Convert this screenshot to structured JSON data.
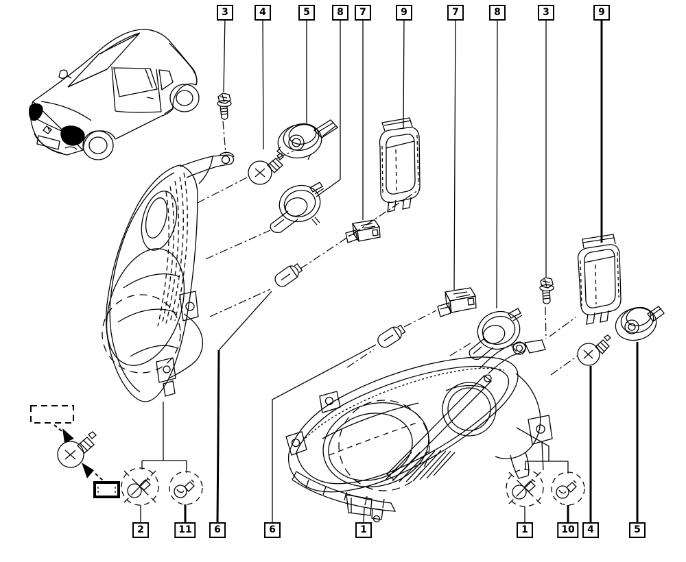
{
  "callouts": {
    "top": [
      "3",
      "4",
      "5",
      "8",
      "7",
      "9",
      "7",
      "8",
      "3",
      "9"
    ],
    "bottom": [
      "2",
      "11",
      "6",
      "6",
      "1",
      "1",
      "10",
      "4",
      "5"
    ]
  },
  "colors": {
    "ink": "#000000",
    "paper": "#ffffff"
  }
}
